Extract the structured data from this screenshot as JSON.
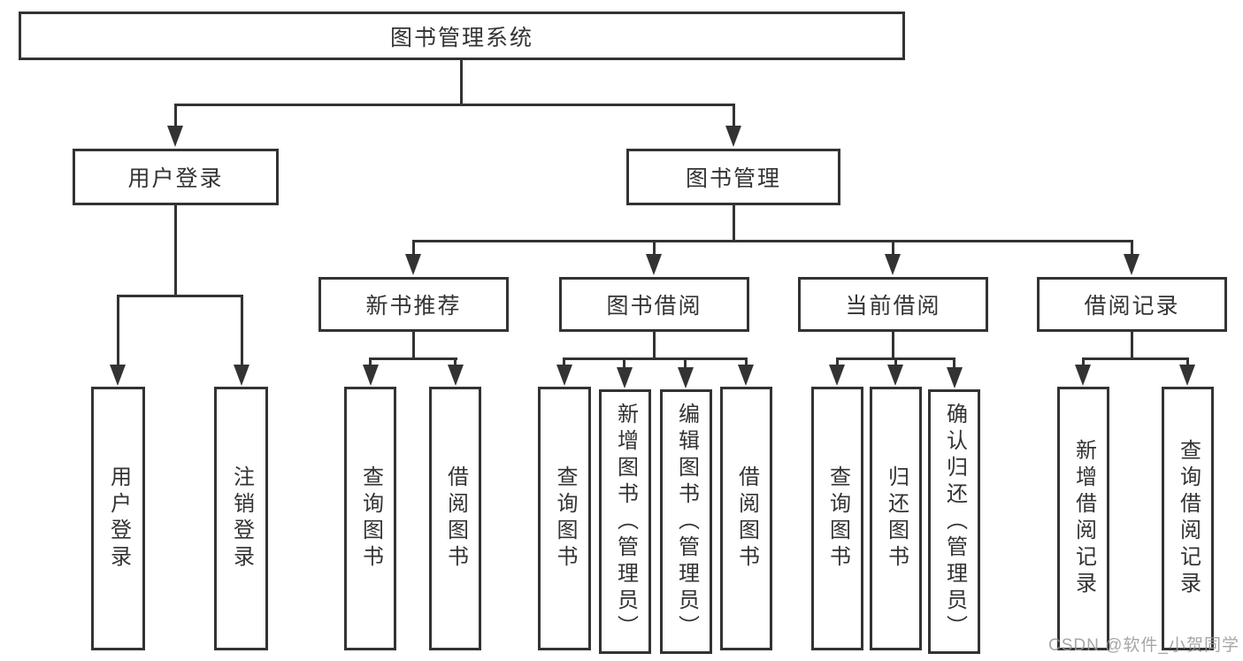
{
  "root": {
    "label": "图书管理系统"
  },
  "level2": [
    {
      "label": "用户登录"
    },
    {
      "label": "图书管理"
    }
  ],
  "level3": [
    {
      "label": "新书推荐"
    },
    {
      "label": "图书借阅"
    },
    {
      "label": "当前借阅"
    },
    {
      "label": "借阅记录"
    }
  ],
  "level4": {
    "user_login": [
      {
        "label": "用户登录"
      },
      {
        "label": "注销登录"
      }
    ],
    "new_book_recommend": [
      {
        "label": "查询图书"
      },
      {
        "label": "借阅图书"
      }
    ],
    "book_borrow": [
      {
        "label": "查询图书"
      },
      {
        "label": "新增图书（管理员）"
      },
      {
        "label": "编辑图书（管理员）"
      },
      {
        "label": "借阅图书"
      }
    ],
    "current_borrow": [
      {
        "label": "查询图书"
      },
      {
        "label": "归还图书"
      },
      {
        "label": "确认归还（管理员）"
      }
    ],
    "borrow_record": [
      {
        "label": "新增借阅记录"
      },
      {
        "label": "查询借阅记录"
      }
    ]
  },
  "watermark": {
    "text": "CSDN @软件_小贺同学"
  },
  "colors": {
    "line": "#333333",
    "box_border": "#333333",
    "text": "#333333",
    "watermark": "#969696",
    "background": "#ffffff"
  }
}
